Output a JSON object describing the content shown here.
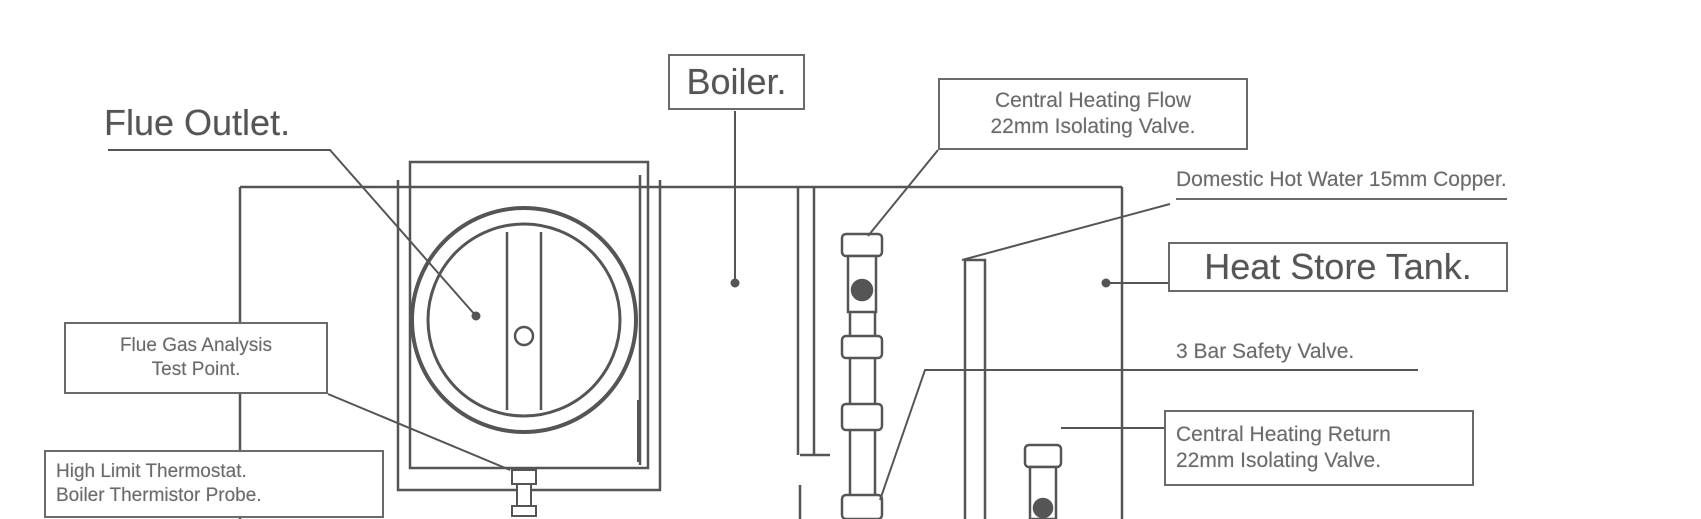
{
  "labels": {
    "flue_outlet": "Flue Outlet.",
    "boiler": "Boiler.",
    "ch_flow_line1": "Central Heating Flow",
    "ch_flow_line2": "22mm Isolating Valve.",
    "dhw_copper": "Domestic Hot Water 15mm Copper.",
    "heat_store_tank": "Heat Store Tank.",
    "safety_valve": "3 Bar Safety Valve.",
    "flue_gas_line1": "Flue Gas Analysis",
    "flue_gas_line2": "Test Point.",
    "high_limit_line1": "High Limit Thermostat.",
    "high_limit_line2": "Boiler Thermistor Probe.",
    "ch_return_line1": "Central Heating Return",
    "ch_return_line2": "22mm Isolating Valve."
  },
  "colors": {
    "line": "#555555",
    "label_text": "#6a6a6a"
  }
}
